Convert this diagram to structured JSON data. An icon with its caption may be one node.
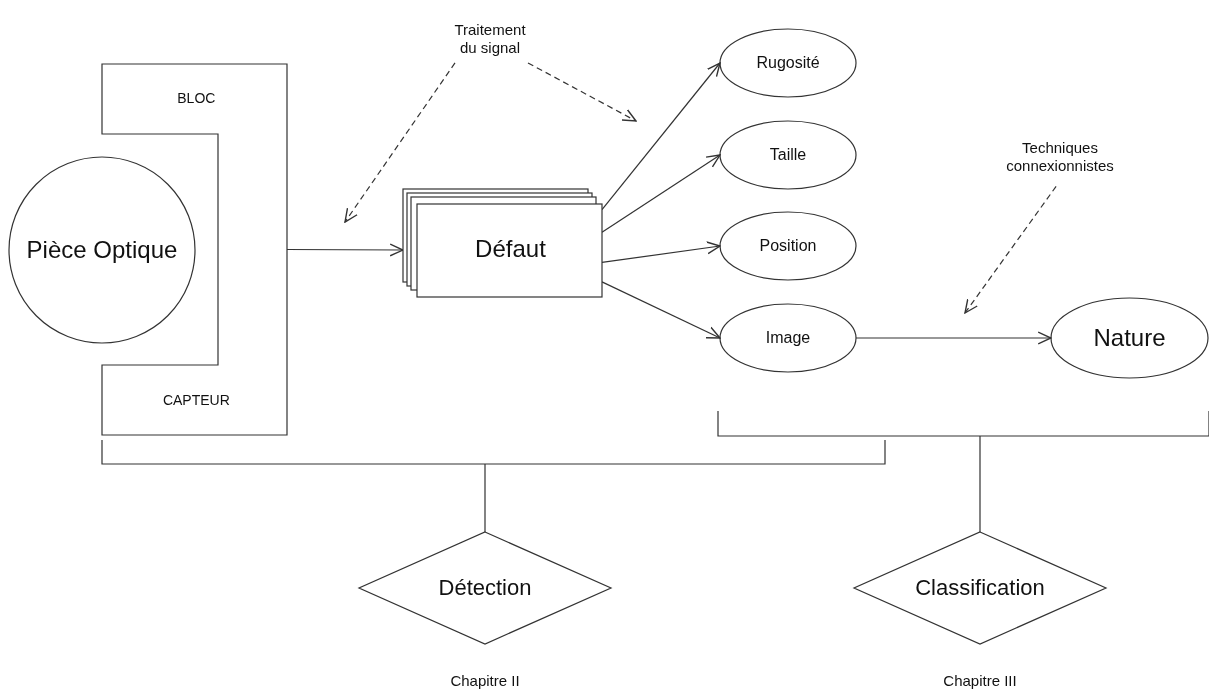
{
  "diagram": {
    "nodes": [
      {
        "text": [
          "Pièce Optique"
        ]
      },
      {
        "text": [
          "BLOC",
          "CAPTEUR"
        ]
      },
      {
        "text": [
          "Défaut"
        ]
      },
      {
        "text": [
          "Rugosité"
        ]
      },
      {
        "text": [
          "Taille"
        ]
      },
      {
        "text": [
          "Position"
        ]
      },
      {
        "text": [
          "Image"
        ]
      },
      {
        "text": [
          "Nature"
        ]
      },
      {
        "text": [
          "Traitement du signal"
        ]
      },
      {
        "text": [
          "Techniques connexionnistes"
        ]
      },
      {
        "text": [
          "Détection"
        ],
        "beside": [
          "Chapitre II"
        ]
      },
      {
        "text": [
          "Classification"
        ],
        "beside": [
          "Chapitre III"
        ]
      }
    ],
    "edges": [
      {
        "from": 1,
        "to": 2,
        "arrow": "to"
      },
      {
        "from": 2,
        "to": 3,
        "arrow": "to"
      },
      {
        "from": 2,
        "to": 4,
        "arrow": "to"
      },
      {
        "from": 2,
        "to": 5,
        "arrow": "to"
      },
      {
        "from": 2,
        "to": 6,
        "arrow": "to"
      },
      {
        "from": 6,
        "to": 7,
        "arrow": "to"
      },
      {
        "from": 8,
        "to": null,
        "arrow": "to",
        "style": "dashed"
      },
      {
        "from": 8,
        "to": null,
        "arrow": "to",
        "style": "dashed"
      },
      {
        "from": 9,
        "to": null,
        "arrow": "to",
        "style": "dashed"
      }
    ]
  }
}
